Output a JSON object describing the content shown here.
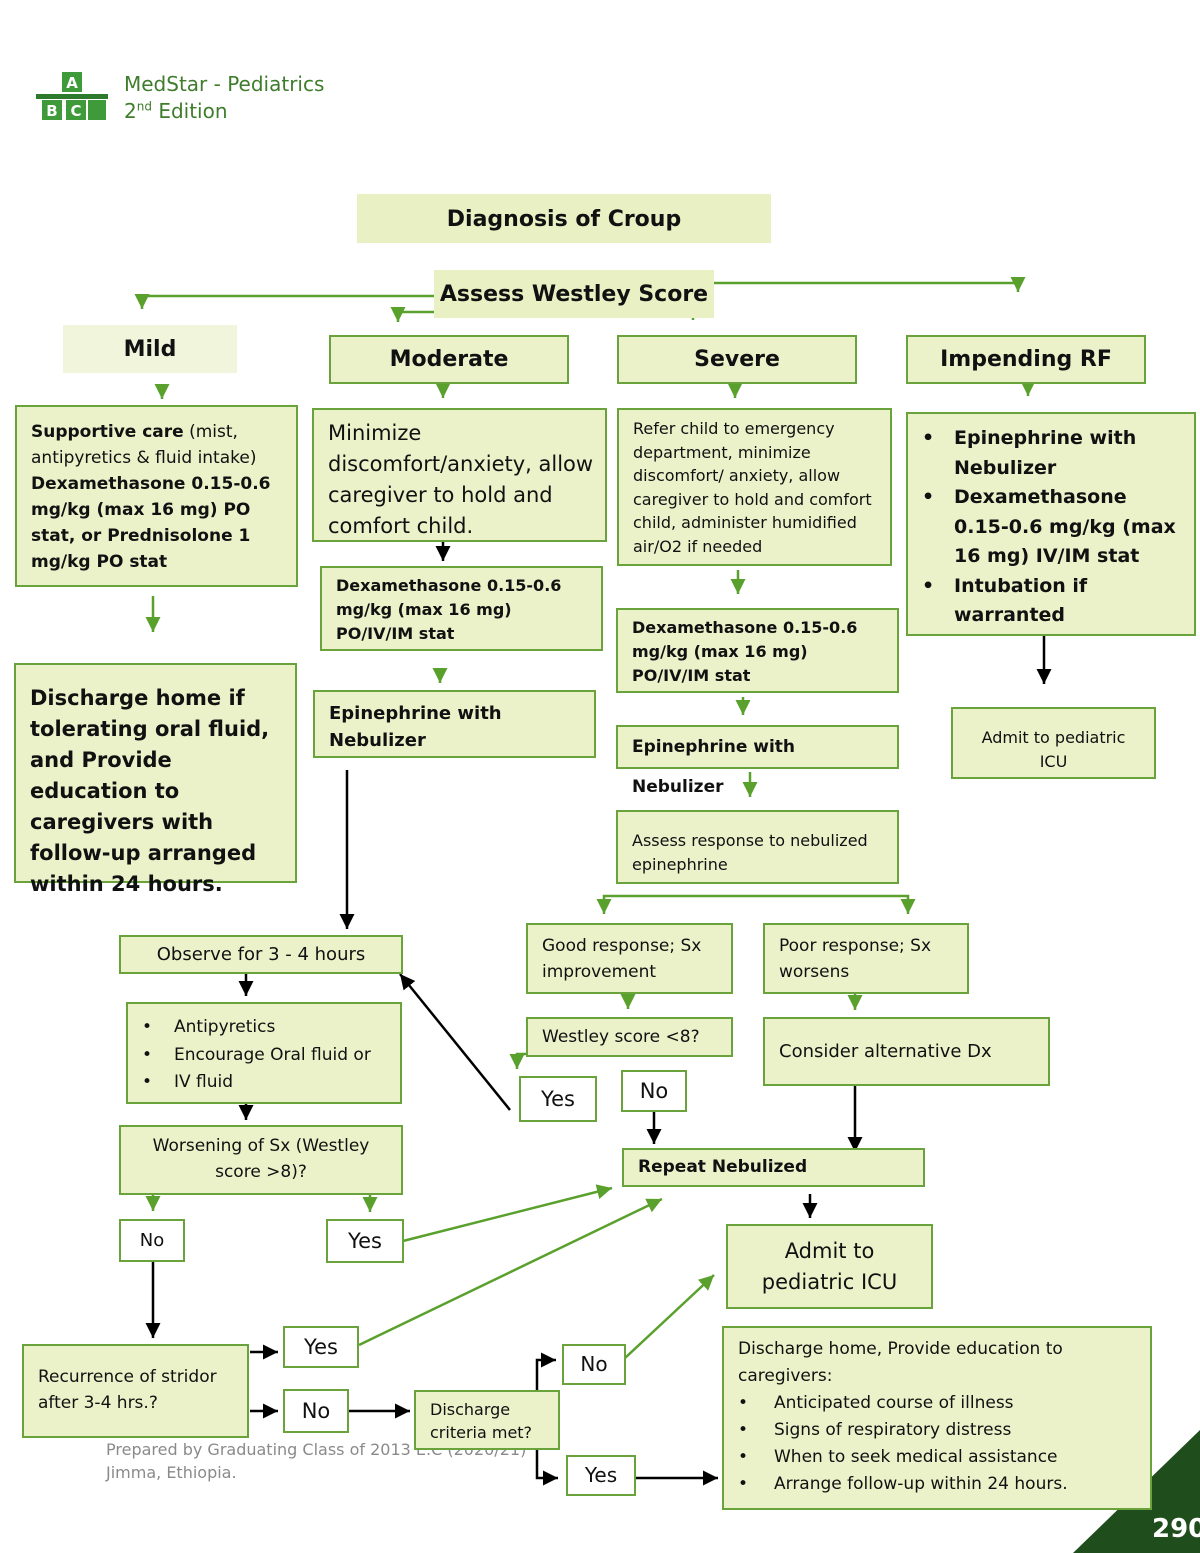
{
  "header": {
    "title": "MedStar - Pediatrics",
    "edition_num": "2",
    "edition_sup": "nd",
    "edition_word": "Edition",
    "logo_letters": [
      "A",
      "B",
      "C"
    ]
  },
  "title": "Diagnosis of Croup",
  "assess": "Assess Westley Score",
  "categories": {
    "mild": "Mild",
    "moderate": "Moderate",
    "severe": "Severe",
    "rf": "Impending RF"
  },
  "mild": {
    "care_bold": "Supportive care",
    "care_rest": " (mist, antipyretics & fluid intake)",
    "dexa": "Dexamethasone 0.15-0.6 mg/kg (max 16 mg) PO stat, or Prednisolone 1 mg/kg PO stat",
    "discharge": "Discharge home if tolerating oral fluid, and Provide education to caregivers with follow-up arranged within 24 hours."
  },
  "moderate": {
    "minimize": "Minimize discomfort/anxiety, allow caregiver to hold and comfort child.",
    "dexa": "Dexamethasone 0.15-0.6 mg/kg (max 16 mg) PO/IV/IM stat",
    "epi": "Epinephrine with Nebulizer"
  },
  "severe": {
    "refer": "Refer child to emergency department, minimize discomfort/ anxiety, allow caregiver to hold and comfort child, administer humidified air/O2 if needed",
    "dexa": "Dexamethasone 0.15-0.6 mg/kg (max 16 mg) PO/IV/IM stat",
    "epi": "Epinephrine with Nebulizer",
    "assess": "Assess response to nebulized epinephrine",
    "good": "Good response; Sx improvement",
    "poor": "Poor response; Sx worsens",
    "westley": "Westley score <8?",
    "consider": "Consider alternative Dx",
    "repeat": "Repeat Nebulized",
    "admit": "Admit to pediatric ICU"
  },
  "rf": {
    "items": [
      "Epinephrine with Nebulizer",
      "Dexamethasone 0.15-0.6 mg/kg (max 16 mg) IV/IM stat",
      "Intubation if warranted"
    ],
    "admit": "Admit to pediatric ICU"
  },
  "observe": {
    "title": "Observe for 3 - 4 hours",
    "items": [
      "Antipyretics",
      "Encourage Oral fluid or",
      "IV fluid"
    ],
    "worsening": "Worsening of Sx (Westley score >8)?",
    "recurrence": "Recurrence of stridor after 3-4 hrs.?",
    "discharge_q": "Discharge criteria met?"
  },
  "final_discharge": {
    "intro": "Discharge home, Provide education to caregivers:",
    "items": [
      "Anticipated course of illness",
      "Signs of respiratory distress",
      "When to seek medical assistance",
      "Arrange follow-up within 24 hours."
    ]
  },
  "labels": {
    "yes": "Yes",
    "no": "No"
  },
  "footer": {
    "line1": "Prepared by Graduating Class of 2013 E.C (2020/21)",
    "line2": "Jimma, Ethiopia."
  },
  "page_number": "290",
  "colors": {
    "box_fill": "#ebf1c9",
    "box_border": "#6aa33c",
    "arrow_green": "#5aa02c",
    "arrow_black": "#000000",
    "header_green": "#3f7d2c",
    "corner": "#1f4d1c"
  }
}
